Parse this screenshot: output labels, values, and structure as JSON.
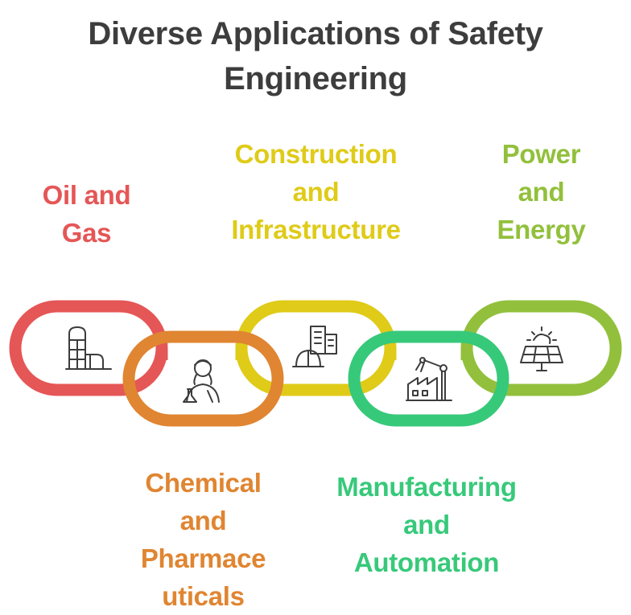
{
  "title": {
    "line1": "Diverse Applications of Safety",
    "line2": "Engineering"
  },
  "colors": {
    "oil_gas": "#e55656",
    "chemical": "#e08531",
    "construction": "#dfcb18",
    "manufacturing": "#37c97a",
    "power": "#92c03c",
    "title": "#3d3d3d",
    "icon": "#3c3c3c"
  },
  "applications": [
    {
      "id": "oil-gas",
      "lines": [
        "Oil and",
        "Gas"
      ],
      "icon": "refinery-tank-icon"
    },
    {
      "id": "chemical",
      "lines": [
        "Chemical",
        "and",
        "Pharmace",
        "uticals"
      ],
      "icon": "scientist-flask-icon"
    },
    {
      "id": "construction",
      "lines": [
        "Construction",
        "and",
        "Infrastructure"
      ],
      "icon": "hardhat-building-icon"
    },
    {
      "id": "manufacturing",
      "lines": [
        "Manufacturing",
        "and",
        "Automation"
      ],
      "icon": "factory-robot-arm-icon"
    },
    {
      "id": "power",
      "lines": [
        "Power",
        "and",
        "Energy"
      ],
      "icon": "solar-panel-sun-icon"
    }
  ]
}
